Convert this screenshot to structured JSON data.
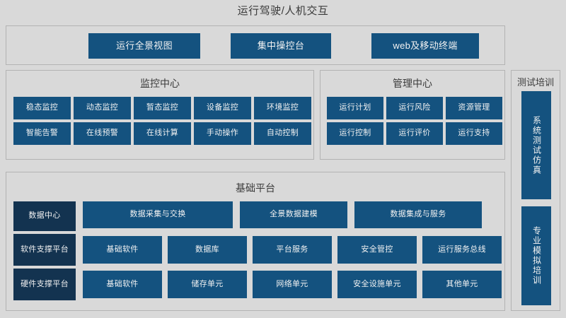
{
  "diagram": {
    "title": "运行驾驶/人机交互",
    "background_color": "#d9d9d9",
    "accent_blue": "#14527f",
    "accent_dark_blue": "#133350",
    "text_color": "#f2f2f2",
    "title_color": "#3a3a3a"
  },
  "top_bar": {
    "items": [
      {
        "label": "运行全景视图"
      },
      {
        "label": "集中操控台"
      },
      {
        "label": "web及移动终端"
      }
    ]
  },
  "monitor_center": {
    "title": "监控中心",
    "rows": [
      [
        {
          "label": "稳态监控"
        },
        {
          "label": "动态监控"
        },
        {
          "label": "暂态监控"
        },
        {
          "label": "设备监控"
        },
        {
          "label": "环境监控"
        }
      ],
      [
        {
          "label": "智能告警"
        },
        {
          "label": "在线预警"
        },
        {
          "label": "在线计算"
        },
        {
          "label": "手动操作"
        },
        {
          "label": "自动控制"
        }
      ]
    ]
  },
  "manage_center": {
    "title": "管理中心",
    "rows": [
      [
        {
          "label": "运行计划"
        },
        {
          "label": "运行风险"
        },
        {
          "label": "资源管理"
        }
      ],
      [
        {
          "label": "运行控制"
        },
        {
          "label": "运行评价"
        },
        {
          "label": "运行支持"
        }
      ]
    ]
  },
  "test_training": {
    "title": "测试培训",
    "items": [
      {
        "label": "系统测试仿真"
      },
      {
        "label": "专业模拟培训"
      }
    ]
  },
  "base_platform": {
    "title": "基础平台",
    "rows": [
      {
        "side_label": "数据中心",
        "items": [
          {
            "label": "数据采集与交换"
          },
          {
            "label": "全景数据建模"
          },
          {
            "label": "数据集成与服务"
          }
        ]
      },
      {
        "side_label": "软件支撑平台",
        "items": [
          {
            "label": "基础软件"
          },
          {
            "label": "数据库"
          },
          {
            "label": "平台服务"
          },
          {
            "label": "安全管控"
          },
          {
            "label": "运行服务总线"
          }
        ]
      },
      {
        "side_label": "硬件支撑平台",
        "items": [
          {
            "label": "基础软件"
          },
          {
            "label": "储存单元"
          },
          {
            "label": "网络单元"
          },
          {
            "label": "安全设施单元"
          },
          {
            "label": "其他单元"
          }
        ]
      }
    ]
  }
}
